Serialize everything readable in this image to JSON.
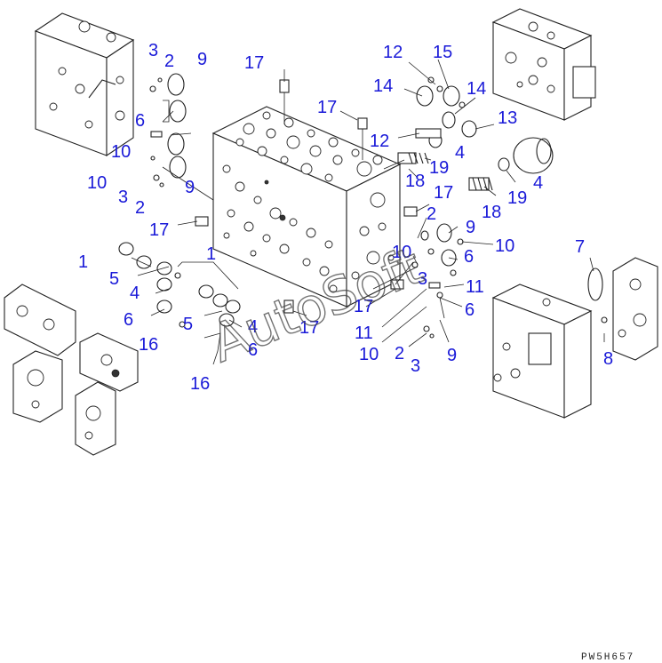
{
  "drawing_code": "PW5H657",
  "watermark": "AutoSoft",
  "callouts": [
    {
      "text": "1"
    },
    {
      "text": "1"
    },
    {
      "text": "2"
    },
    {
      "text": "2"
    },
    {
      "text": "2"
    },
    {
      "text": "2"
    },
    {
      "text": "3"
    },
    {
      "text": "3"
    },
    {
      "text": "3"
    },
    {
      "text": "3"
    },
    {
      "text": "4"
    },
    {
      "text": "4"
    },
    {
      "text": "4"
    },
    {
      "text": "4"
    },
    {
      "text": "5"
    },
    {
      "text": "5"
    },
    {
      "text": "6"
    },
    {
      "text": "6"
    },
    {
      "text": "6"
    },
    {
      "text": "6"
    },
    {
      "text": "6"
    },
    {
      "text": "7"
    },
    {
      "text": "8"
    },
    {
      "text": "9"
    },
    {
      "text": "9"
    },
    {
      "text": "9"
    },
    {
      "text": "9"
    },
    {
      "text": "10"
    },
    {
      "text": "10"
    },
    {
      "text": "10"
    },
    {
      "text": "10"
    },
    {
      "text": "10"
    },
    {
      "text": "11"
    },
    {
      "text": "11"
    },
    {
      "text": "12"
    },
    {
      "text": "12"
    },
    {
      "text": "13"
    },
    {
      "text": "14"
    },
    {
      "text": "14"
    },
    {
      "text": "15"
    },
    {
      "text": "16"
    },
    {
      "text": "16"
    },
    {
      "text": "17"
    },
    {
      "text": "17"
    },
    {
      "text": "17"
    },
    {
      "text": "17"
    },
    {
      "text": "17"
    },
    {
      "text": "18"
    },
    {
      "text": "18"
    },
    {
      "text": "19"
    },
    {
      "text": "19"
    }
  ]
}
